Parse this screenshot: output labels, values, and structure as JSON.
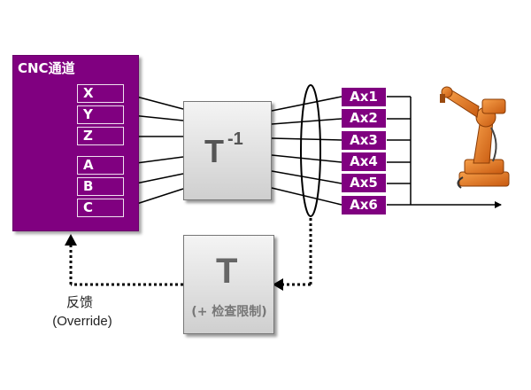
{
  "cnc": {
    "title": "CNC通道",
    "axes": [
      "X",
      "Y",
      "Z",
      "A",
      "B",
      "C"
    ]
  },
  "inverse_transform": {
    "label": "T",
    "superscript": "-1"
  },
  "forward_transform": {
    "label": "T",
    "sub_label": "(+ 检查限制)"
  },
  "robot_axes": [
    "Ax1",
    "Ax2",
    "Ax3",
    "Ax4",
    "Ax5",
    "Ax6"
  ],
  "feedback": {
    "label": "反馈",
    "sub_label": "(Override)"
  },
  "robot": {
    "icon": "industrial-robot-arm-icon",
    "color": "#e87722"
  },
  "colors": {
    "purple": "#800080"
  }
}
